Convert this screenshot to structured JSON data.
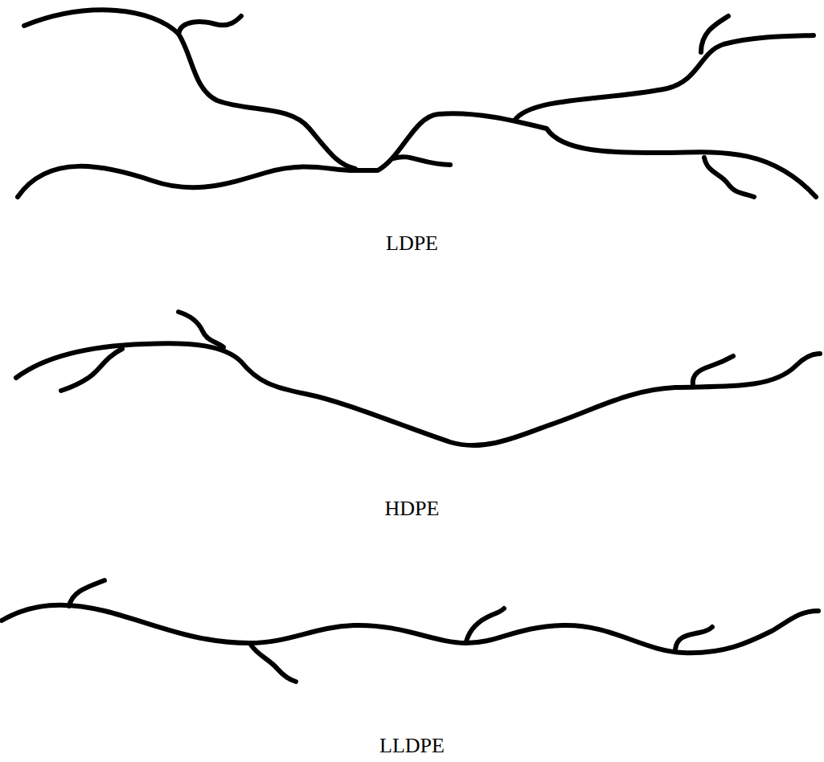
{
  "diagram": {
    "labels": [
      "LDPE",
      "HDPE",
      "LLDPE"
    ]
  }
}
